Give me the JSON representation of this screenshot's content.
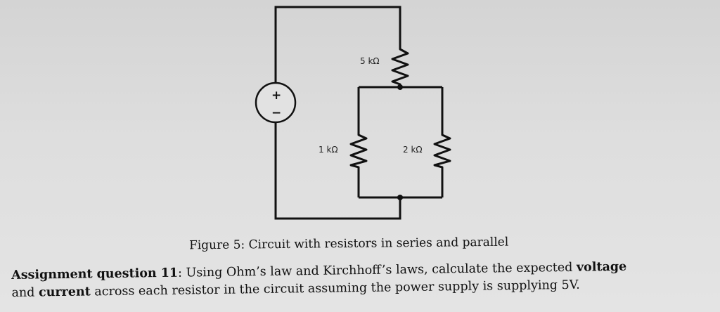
{
  "circuit": {
    "source_plus": "+",
    "source_minus": "−",
    "resistors": [
      {
        "id": "R1",
        "label": "5 kΩ"
      },
      {
        "id": "R2",
        "label": "1 kΩ"
      },
      {
        "id": "R3",
        "label": "2 kΩ"
      }
    ]
  },
  "caption": "Figure 5: Circuit with resistors in series and parallel",
  "question": {
    "lead": "Assignment question 11",
    "line1_rest": ": Using Ohm’s law and Kirchhoff’s laws, calculate the expected ",
    "bold_voltage": "voltage",
    "line2_start": "and ",
    "bold_current": "current",
    "line2_rest": " across each resistor in the circuit assuming the power supply is supplying 5V."
  }
}
